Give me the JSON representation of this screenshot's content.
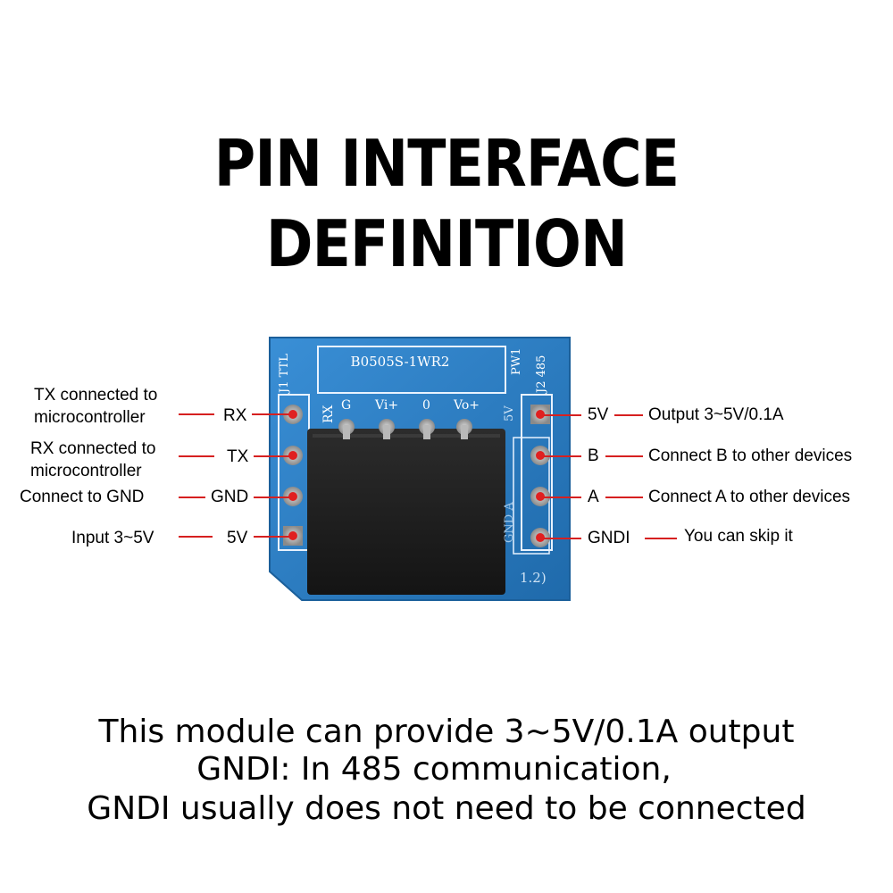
{
  "title": "PIN INTERFACE DEFINITION",
  "board": {
    "chip_label": "B0505S-1WR2",
    "left_header_label": "J1 TTL",
    "right_header_label": "J2 485",
    "power_label": "PW1",
    "pin_labels_top": [
      "RX",
      "G",
      "Vi+",
      "0",
      "Vo+"
    ],
    "side_right_labels": [
      "5V",
      "GND A"
    ],
    "corner_mark": "1.2)",
    "colors": {
      "pcb": "#2a7bc0",
      "module": "#1e1e1e",
      "pin_dot": "#e02020",
      "line": "#d62020"
    }
  },
  "left_pins": [
    {
      "pin": "RX",
      "desc": [
        "TX connected to",
        "microcontroller"
      ]
    },
    {
      "pin": "TX",
      "desc": [
        "RX connected to",
        "microcontroller"
      ]
    },
    {
      "pin": "GND",
      "desc": [
        "Connect to GND"
      ]
    },
    {
      "pin": "5V",
      "desc": [
        "Input 3~5V"
      ]
    }
  ],
  "right_pins": [
    {
      "pin": "5V",
      "desc": "Output 3~5V/0.1A"
    },
    {
      "pin": "B",
      "desc": "Connect B to other devices"
    },
    {
      "pin": "A",
      "desc": "Connect A to other devices"
    },
    {
      "pin": "GNDI",
      "desc": "You can skip it"
    }
  ],
  "notes": [
    "This module can provide 3~5V/0.1A output",
    "GNDI: In 485 communication,",
    "GNDI usually does not need to be connected"
  ]
}
